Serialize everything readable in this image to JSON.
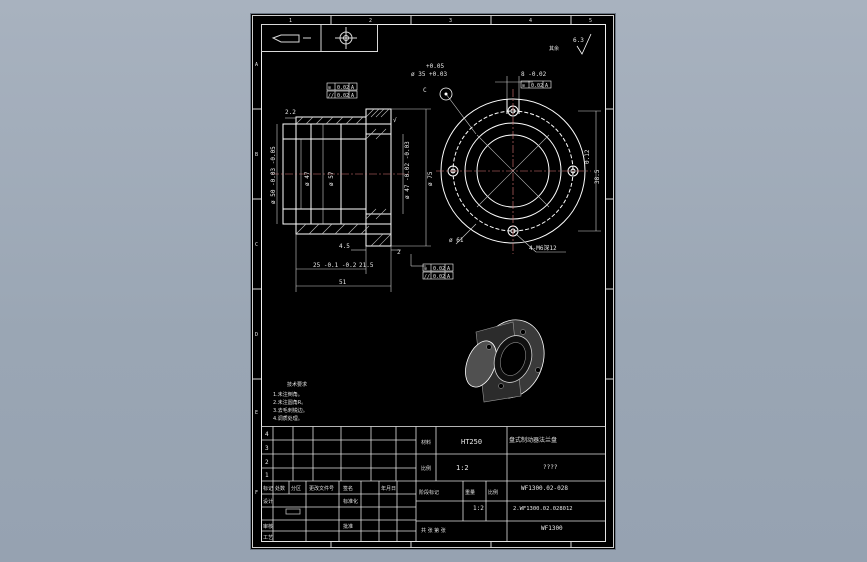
{
  "zone_numbers": {
    "top": [
      "1",
      "2",
      "3",
      "4",
      "5"
    ],
    "left": [
      "A",
      "B",
      "C",
      "D",
      "E",
      "F"
    ]
  },
  "roughness_corner": "6.3",
  "roughness_note": "其余",
  "dimensions": {
    "dia_top_tol": "+0.05",
    "dia_top": "ø 35 +0.03",
    "slot_top": "8 -0.02",
    "dim_22": "2.2",
    "dia_50": "ø 50 -0.03 -0.05",
    "dia_47": "ø 47",
    "dia_57": "ø 57",
    "dia_47b": "ø 47 -0.02 -0.03",
    "dia_75": "ø 75",
    "dim_45": "4.5",
    "dim_25": "25 -0.1 -0.2",
    "dim_215": "21.5",
    "dim_51": "51",
    "dim_2": "2",
    "dia_61": "ø 61",
    "holes": "4-M6深12",
    "dim_385": "38.5",
    "dim_012": "0.12",
    "rough_small": "√",
    "angle_note": "C"
  },
  "tolerance_frames": [
    [
      "⊙",
      "0.02",
      "A"
    ],
    [
      "//",
      "0.02",
      "A"
    ],
    [
      "⊙",
      "0.02",
      "A"
    ],
    [
      "//",
      "0.02",
      "A"
    ],
    [
      "⊙",
      "0.02",
      "A"
    ]
  ],
  "tech_requirements": {
    "title": "技术要求",
    "lines": [
      "1.未注倒角。",
      "2.未注圆角R。",
      "3.去毛刺锐边。",
      "4.调质处理。"
    ]
  },
  "title_block": {
    "material": "HT250",
    "part_name": "盘式制动器法兰盘",
    "scale_label": "比例",
    "scale": "1:2",
    "weight": "????",
    "drawing_no": "WF1300.02-028",
    "drawing_no2": "2.WF1300.02.028012",
    "project": "WF1300",
    "material_label": "材料",
    "row_numbers": [
      "4",
      "3",
      "2",
      "1"
    ],
    "header_labels": [
      "标记",
      "处数",
      "分区",
      "更改文件号",
      "签名",
      "年月日"
    ],
    "sign_labels": [
      "设计",
      "审核",
      "工艺"
    ],
    "mid_labels": [
      "标准化",
      "批准"
    ],
    "stage_labels": [
      "阶段标记",
      "重量",
      "比例"
    ],
    "bottom_labels": [
      "共 张 第 张"
    ]
  }
}
